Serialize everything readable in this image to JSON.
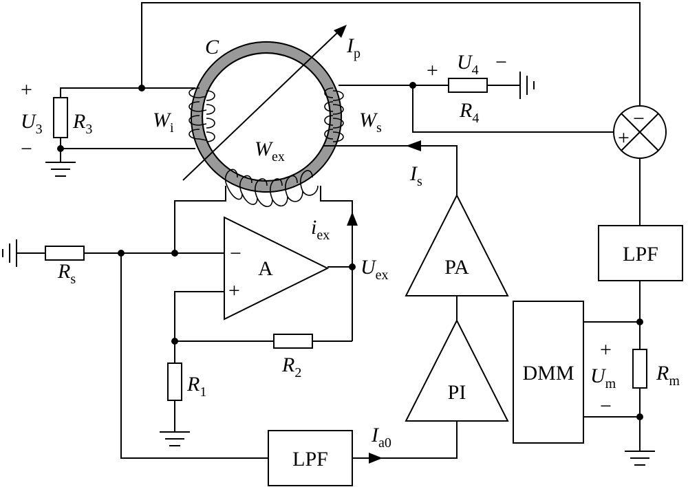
{
  "core": {
    "label": "C"
  },
  "primary": {
    "label": "I",
    "sub": "p"
  },
  "windings": {
    "wi": {
      "label": "W",
      "sub": "i"
    },
    "ws": {
      "label": "W",
      "sub": "s"
    },
    "wex": {
      "label": "W",
      "sub": "ex"
    }
  },
  "resistors": {
    "r3": {
      "label": "R",
      "sub": "3"
    },
    "r4": {
      "label": "R",
      "sub": "4"
    },
    "rs": {
      "label": "R",
      "sub": "s"
    },
    "r1": {
      "label": "R",
      "sub": "1"
    },
    "r2": {
      "label": "R",
      "sub": "2"
    },
    "rm": {
      "label": "R",
      "sub": "m"
    }
  },
  "voltages": {
    "u3": {
      "label": "U",
      "sub": "3",
      "plus": "+",
      "minus": "−"
    },
    "u4": {
      "label": "U",
      "sub": "4",
      "plus": "+",
      "minus": "−"
    },
    "uex": {
      "label": "U",
      "sub": "ex"
    },
    "um": {
      "label": "U",
      "sub": "m",
      "plus": "+",
      "minus": "−"
    }
  },
  "currents": {
    "iex": {
      "label": "i",
      "sub": "ex"
    },
    "is": {
      "label": "I",
      "sub": "s"
    },
    "ia0": {
      "label": "I",
      "sub": "a0"
    }
  },
  "blocks": {
    "opamp": {
      "label": "A",
      "minus": "−",
      "plus": "+"
    },
    "pa": {
      "label": "PA"
    },
    "pi": {
      "label": "PI"
    },
    "lpf_right": {
      "label": "LPF"
    },
    "lpf_bottom": {
      "label": "LPF"
    },
    "dmm": {
      "label": "DMM"
    },
    "comparator": {
      "minus": "−",
      "plus": "+"
    }
  }
}
